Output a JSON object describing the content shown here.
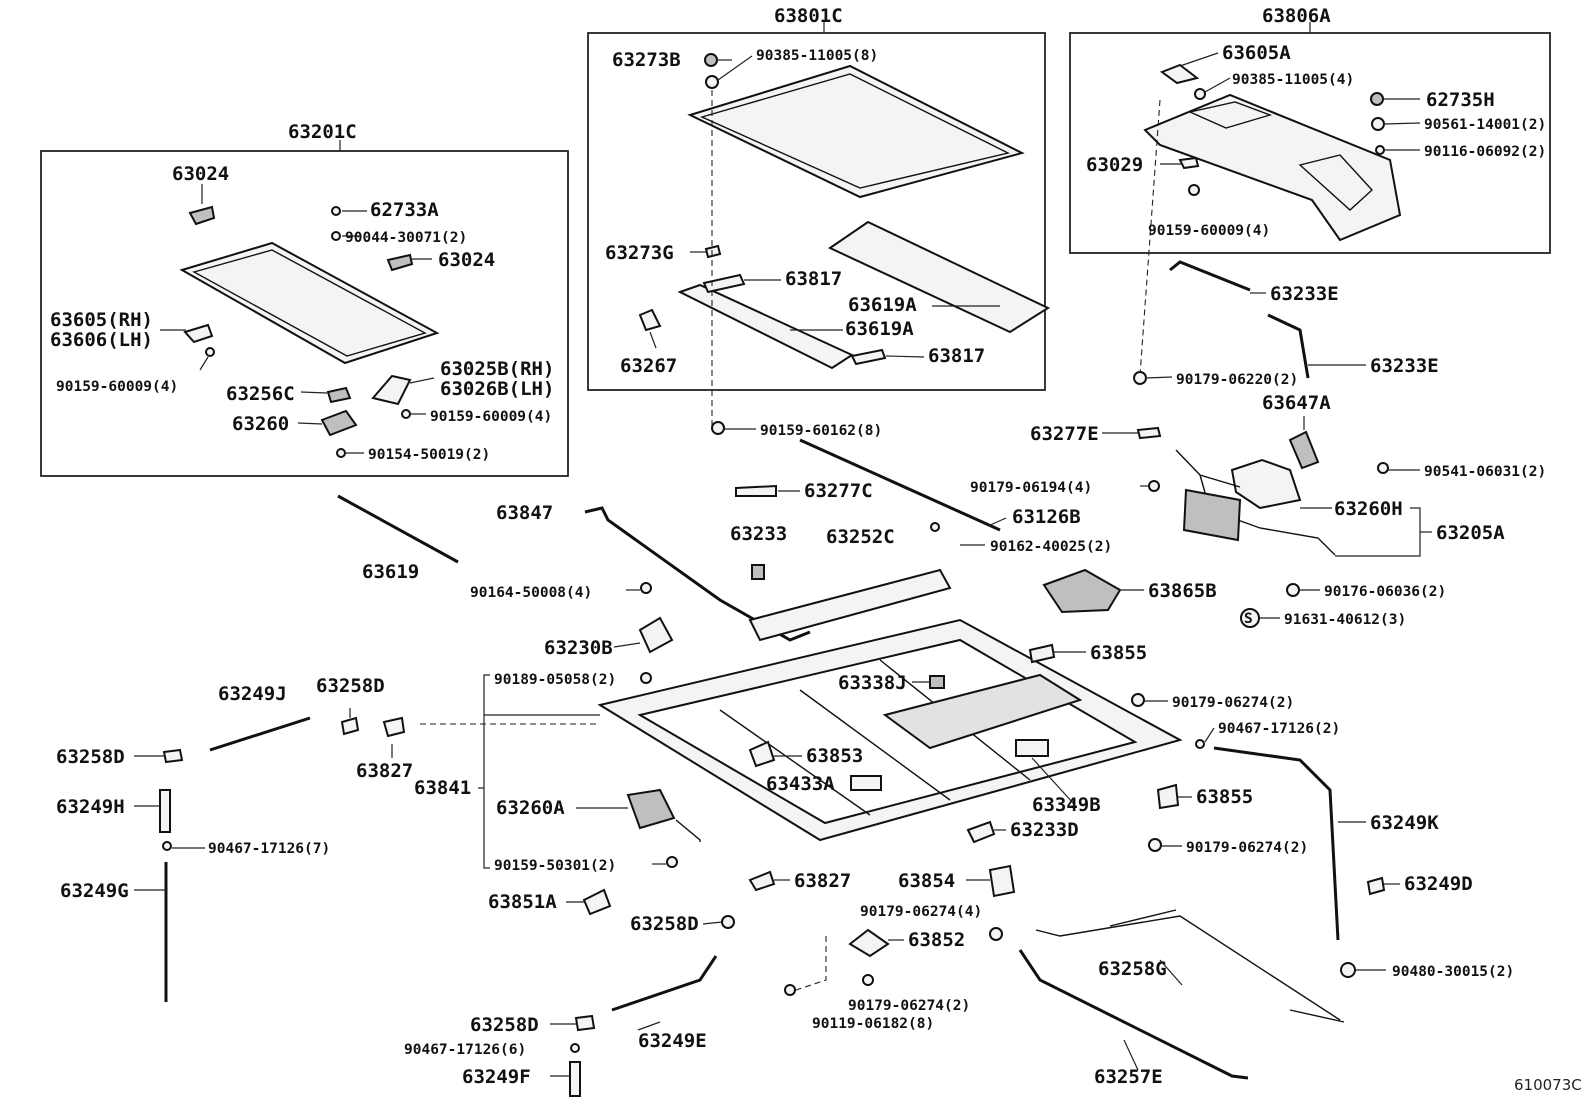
{
  "diagram_code": "610073C",
  "groups": {
    "g63201C": "63201C",
    "g63801C": "63801C",
    "g63806A": "63806A"
  },
  "labels": [
    "63024",
    "62733A",
    "90044-30071(2)",
    "63024",
    "63605(RH)",
    "63606(LH)",
    "90159-60009(4)",
    "63025B(RH)",
    "63026B(LH)",
    "63256C",
    "90159-60009(4)",
    "63260",
    "90154-50019(2)",
    "63273B",
    "90385-11005(8)",
    "63273G",
    "63817",
    "63267",
    "63619A",
    "63619A",
    "63817",
    "63605A",
    "90385-11005(4)",
    "62735H",
    "90561-14001(2)",
    "63029",
    "90116-06092(2)",
    "90159-60009(4)",
    "63233E",
    "63233E",
    "90179-06220(2)",
    "63647A",
    "90541-06031(2)",
    "63277E",
    "90179-06194(4)",
    "63260H",
    "63205A",
    "90176-06036(2)",
    "91631-40612(3)",
    "S",
    "90159-60162(8)",
    "63277C",
    "63126B",
    "90162-40025(2)",
    "63847",
    "63233",
    "63252C",
    "63619",
    "90164-50008(4)",
    "63230B",
    "63865B",
    "63855",
    "63338J",
    "90189-05058(2)",
    "90179-06274(2)",
    "63249J",
    "63258D",
    "63258D",
    "63827",
    "63841",
    "63853",
    "63433A",
    "63349B",
    "90467-17126(2)",
    "63249H",
    "63260A",
    "63855",
    "90467-17126(7)",
    "63233D",
    "90179-06274(2)",
    "63249K",
    "90159-50301(2)",
    "63249G",
    "63854",
    "63827",
    "63249D",
    "63851A",
    "90179-06274(4)",
    "63258D",
    "63852",
    "63258G",
    "90480-30015(2)",
    "90179-06274(2)",
    "90119-06182(8)",
    "63258D",
    "63249E",
    "90467-17126(6)",
    "63249F",
    "63257E"
  ]
}
